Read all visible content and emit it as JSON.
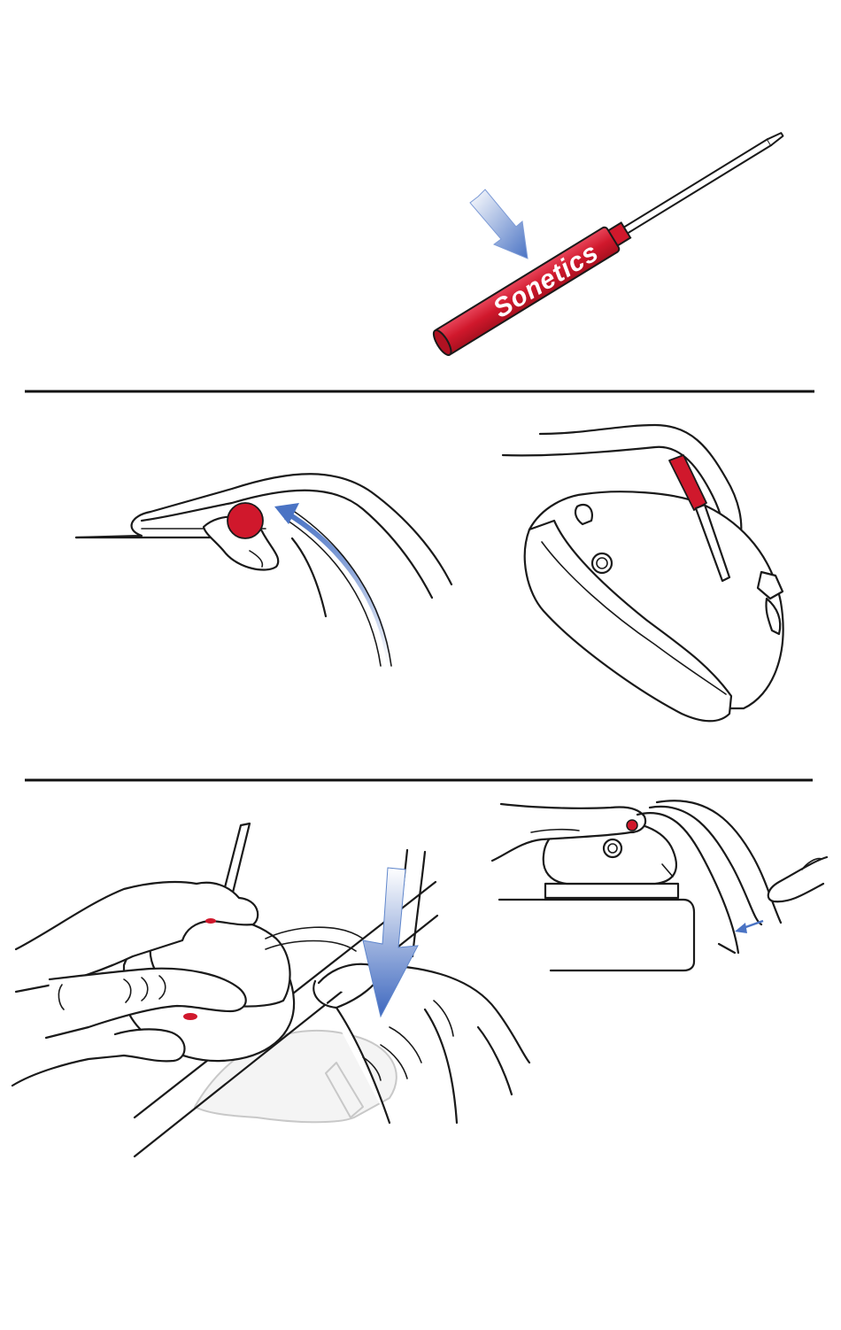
{
  "brand_label": "Sonetics",
  "colors": {
    "tool_red": "#d0182c",
    "arrow_blue": "#4a73c4",
    "line": "#1a1a1a"
  },
  "panels": [
    {
      "id": "tool",
      "content": "screwdriver-with-arrow"
    },
    {
      "id": "ear-cup-detail",
      "content": "hinge-pin-and-headset"
    },
    {
      "id": "hands-assembly",
      "content": "pressing-ear-cup-onto-headband"
    }
  ]
}
